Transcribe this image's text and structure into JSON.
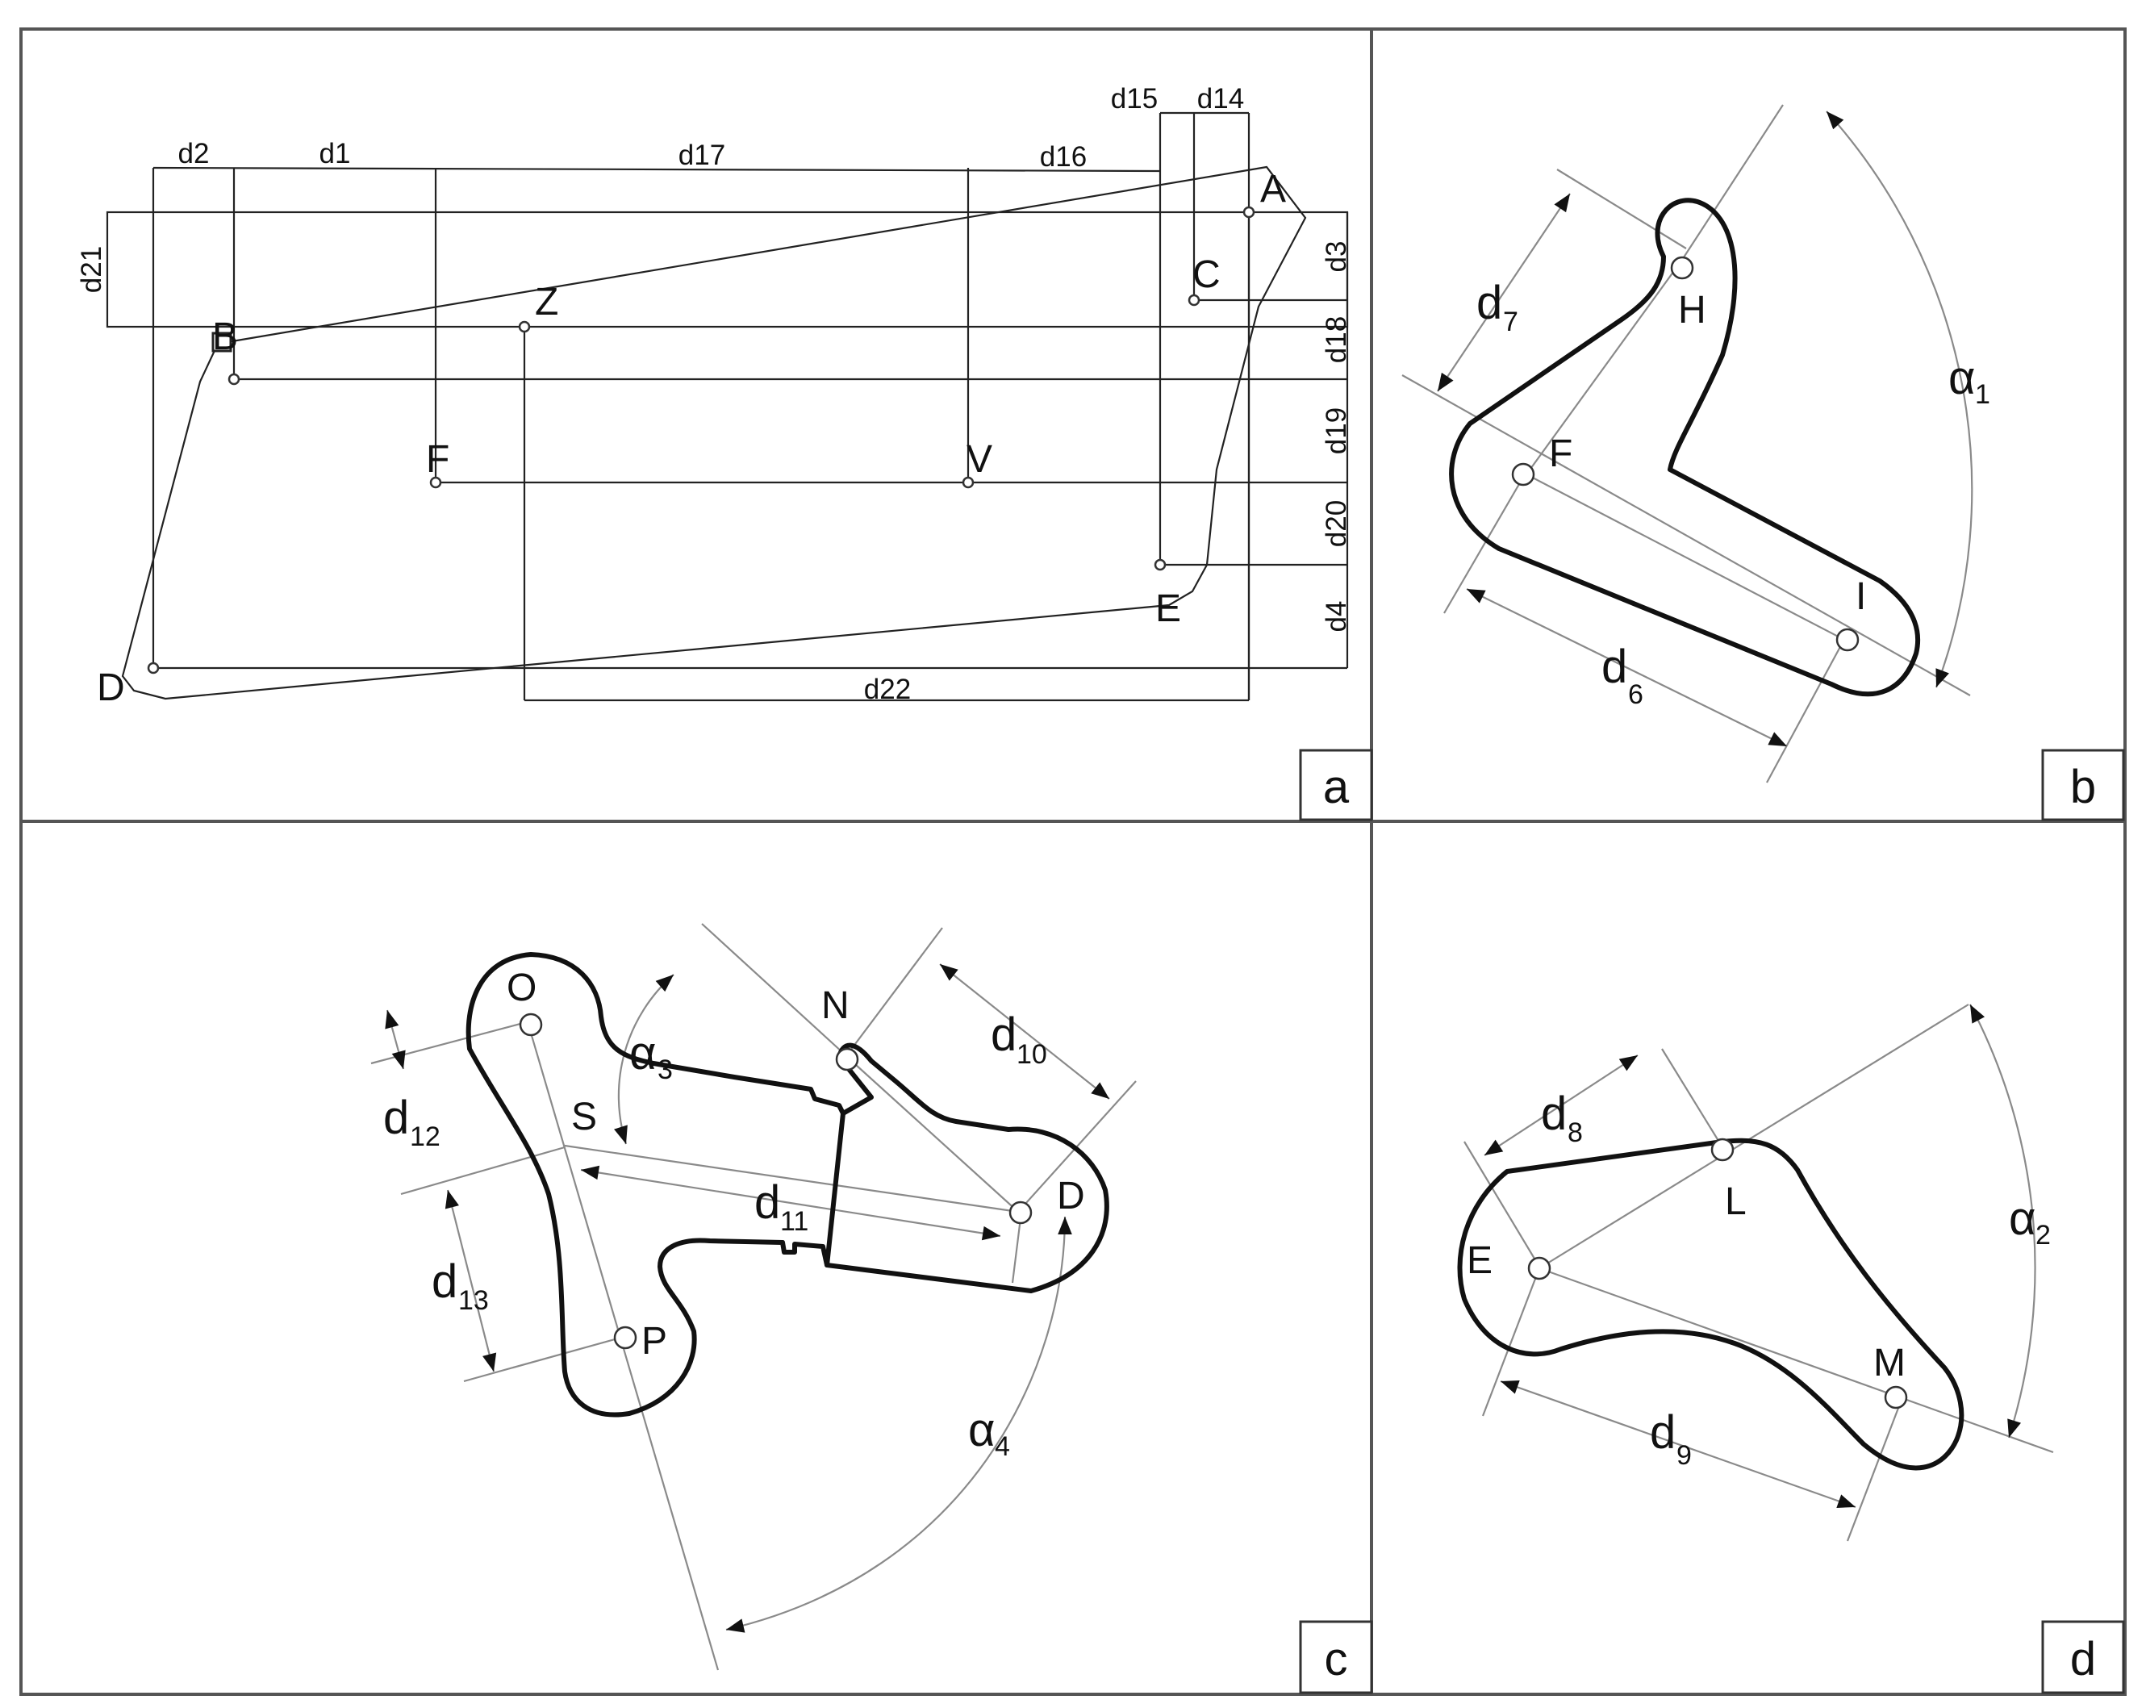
{
  "panels": {
    "a": {
      "letter": "a",
      "points": {
        "A": "A",
        "B": "B",
        "C": "C",
        "Z": "Z",
        "F": "F",
        "V": "V",
        "E": "E",
        "D": "D"
      },
      "dims": {
        "d1": "d1",
        "d2": "d2",
        "d3": "d3",
        "d4": "d4",
        "d14": "d14",
        "d15": "d15",
        "d16": "d16",
        "d17": "d17",
        "d18": "d18",
        "d19": "d19",
        "d20": "d20",
        "d21": "d21",
        "d22": "d22"
      }
    },
    "b": {
      "letter": "b",
      "points": {
        "H": "H",
        "F": "F",
        "I": "I"
      },
      "dims": {
        "d7": "d",
        "d7_sub": "7",
        "d6": "d",
        "d6_sub": "6",
        "a1": "α",
        "a1_sub": "1"
      }
    },
    "c": {
      "letter": "c",
      "points": {
        "O": "O",
        "S": "S",
        "P": "P",
        "N": "N",
        "D": "D"
      },
      "dims": {
        "a3": "α",
        "a3_sub": "3",
        "d10": "d",
        "d10_sub": "10",
        "d11": "d",
        "d11_sub": "11",
        "d12": "d",
        "d12_sub": "12",
        "d13": "d",
        "d13_sub": "13",
        "a4": "α",
        "a4_sub": "4"
      }
    },
    "d": {
      "letter": "d",
      "points": {
        "L": "L",
        "E": "E",
        "M": "M"
      },
      "dims": {
        "d8": "d",
        "d8_sub": "8",
        "d9": "d",
        "d9_sub": "9",
        "a2": "α",
        "a2_sub": "2"
      }
    }
  }
}
